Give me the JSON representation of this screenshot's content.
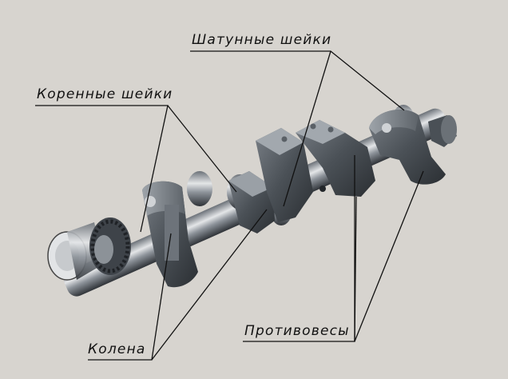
{
  "labels": {
    "connecting_rod_journals": "Шатунные шейки",
    "main_journals": "Коренные шейки",
    "cranks": "Колена",
    "counterweights": "Противовесы"
  },
  "colors": {
    "background": "#d7d4cf",
    "metal_dark": "#3f444a",
    "metal_mid": "#5f666d",
    "metal_light": "#9aa0a6",
    "highlight": "#e6e8ea",
    "leader": "#111111"
  }
}
